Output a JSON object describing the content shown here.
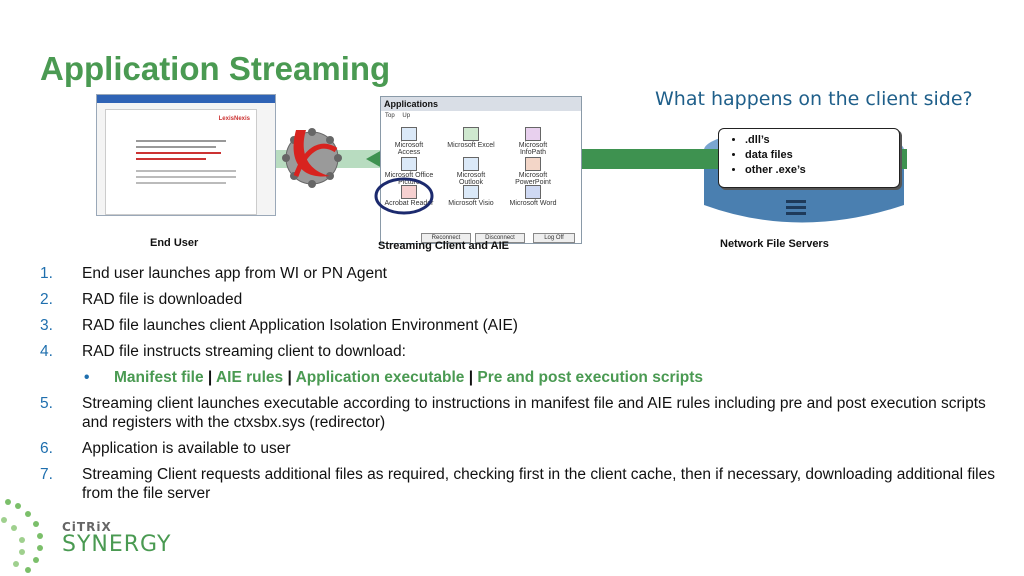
{
  "slide": {
    "title": "Application Streaming",
    "subtitle": "What happens on the client side?"
  },
  "diagram": {
    "end_user_label": "End User",
    "streaming_client_label": "Streaming Client and AIE",
    "network_servers_label": "Network File Servers",
    "server_contents": [
      ".dll’s",
      "data files",
      "other .exe’s"
    ],
    "apps_window": {
      "header": "Applications",
      "nav_top": "Top",
      "nav_up": "Up",
      "items": [
        {
          "label": "Microsoft Access",
          "icon": "access-icon"
        },
        {
          "label": "Microsoft Excel",
          "icon": "excel-icon"
        },
        {
          "label": "Microsoft InfoPath",
          "icon": "infopath-icon"
        },
        {
          "label": "Microsoft Office Picture",
          "icon": "picture-icon"
        },
        {
          "label": "Microsoft Outlook",
          "icon": "outlook-icon"
        },
        {
          "label": "Microsoft PowerPoint",
          "icon": "powerpoint-icon"
        },
        {
          "label": "Acrobat Reader",
          "icon": "acrobat-icon"
        },
        {
          "label": "Microsoft Visio",
          "icon": "visio-icon"
        },
        {
          "label": "Microsoft Word",
          "icon": "word-icon"
        }
      ],
      "buttons": [
        "Reconnect",
        "Disconnect",
        "Log Off"
      ]
    },
    "doc_brand": "LexisNexis"
  },
  "steps": [
    {
      "num": "1.",
      "text": "End user launches app from WI or PN Agent"
    },
    {
      "num": "2.",
      "text": "RAD file is downloaded"
    },
    {
      "num": "3.",
      "text": "RAD file launches client Application Isolation Environment (AIE)"
    },
    {
      "num": "4.",
      "text": "RAD file instructs streaming client to download:"
    },
    {
      "num": "5.",
      "text": "Streaming client launches executable according to instructions in manifest file and AIE rules including pre and post execution scripts and registers with the ctxsbx.sys (redirector)"
    },
    {
      "num": "6.",
      "text": "Application is available to user"
    },
    {
      "num": "7.",
      "text": "Streaming Client requests additional files as required, checking first in the client cache, then if necessary, downloading additional files from the file server"
    }
  ],
  "download_items": {
    "bullet": "•",
    "a": "Manifest file",
    "b": "AIE rules",
    "c": "Application executable",
    "d": "Pre and post execution scripts",
    "sep": "|"
  },
  "logo": {
    "citrix": "CiTRiX",
    "synergy": "SYNERGY"
  },
  "colors": {
    "title_green": "#4a9a52",
    "subtitle_blue": "#1f5f8a",
    "arrow_green": "#3e9250",
    "server_blue": "#4a7fb0",
    "number_blue": "#1f6fae"
  }
}
